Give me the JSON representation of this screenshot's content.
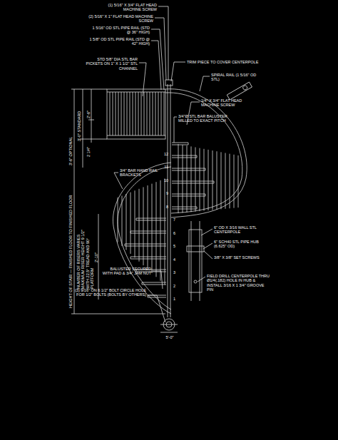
{
  "diagram": {
    "labels": [
      "(1) 5/16\" X 3/4\" FLAT HEAD MACHINE SCREW",
      "(2) 5/16\" X 1\" FLAT HEAD MACHINE SCREW",
      "1 5/16\" OD STL PIPE RAIL (STD @ 36\" HIGH)",
      "1 5/8\" OD STL PIPE RAIL (STD @ 42\" HIGH)",
      "STD 5/8\" DIA STL BAR PICKETS ON 1\" X 1 1/2\" STL CHANNEL",
      "TRIM PIECE TO COVER CENTERPOLE",
      "SPIRAL RAIL (1 5/16\" OD STL)",
      "1/4\" X 3/4\" FLAT HEAD MACHINE SCREW",
      "3/4\"Ø STL BAR BALUSTER MILLED TO EXACT PITCH",
      "3'-6\" OPTIONAL",
      "2'-6\"",
      "3'-0\" STANDARD",
      "2 1/4\"",
      "3/4\" BAR HAND RAIL BRACKETS",
      "HEIGHT OF STAIR — FINISHED FLOOR TO FINISHED FLOOR",
      "NUMBER OF RISERS VARIES MAXIMUM RISER HEIGHT 9 1/2\" WITH 22.5° TREAD AND 90° PLATFORM",
      "2'-10\"",
      "BALUSTER SECURED WITH PAD & 3/4\" JAM NUT",
      "(3) 9/16\" ON 6 1/2\" BOLT CIRCLE HOLE FOR 1/2\" BOLTS (BOLTS BY OTHERS)",
      "6\" OD X 3/16 WALL STL CENTERPOLE",
      "6\" SCH40 STL PIPE HUB (6.625\" OD)",
      "3/8\" X 3/8\" SET SCREWS",
      "FIELD DRILL CENTERPOLE THRU Ø1/4(.182) HOLE IN HUB & INSTALL 3/16 X 1 3/4\" GROOVE PIN",
      "5'-0\"",
      "1",
      "2",
      "3",
      "4",
      "5",
      "6",
      "7",
      "8",
      "9",
      "10",
      "11",
      "12"
    ]
  }
}
